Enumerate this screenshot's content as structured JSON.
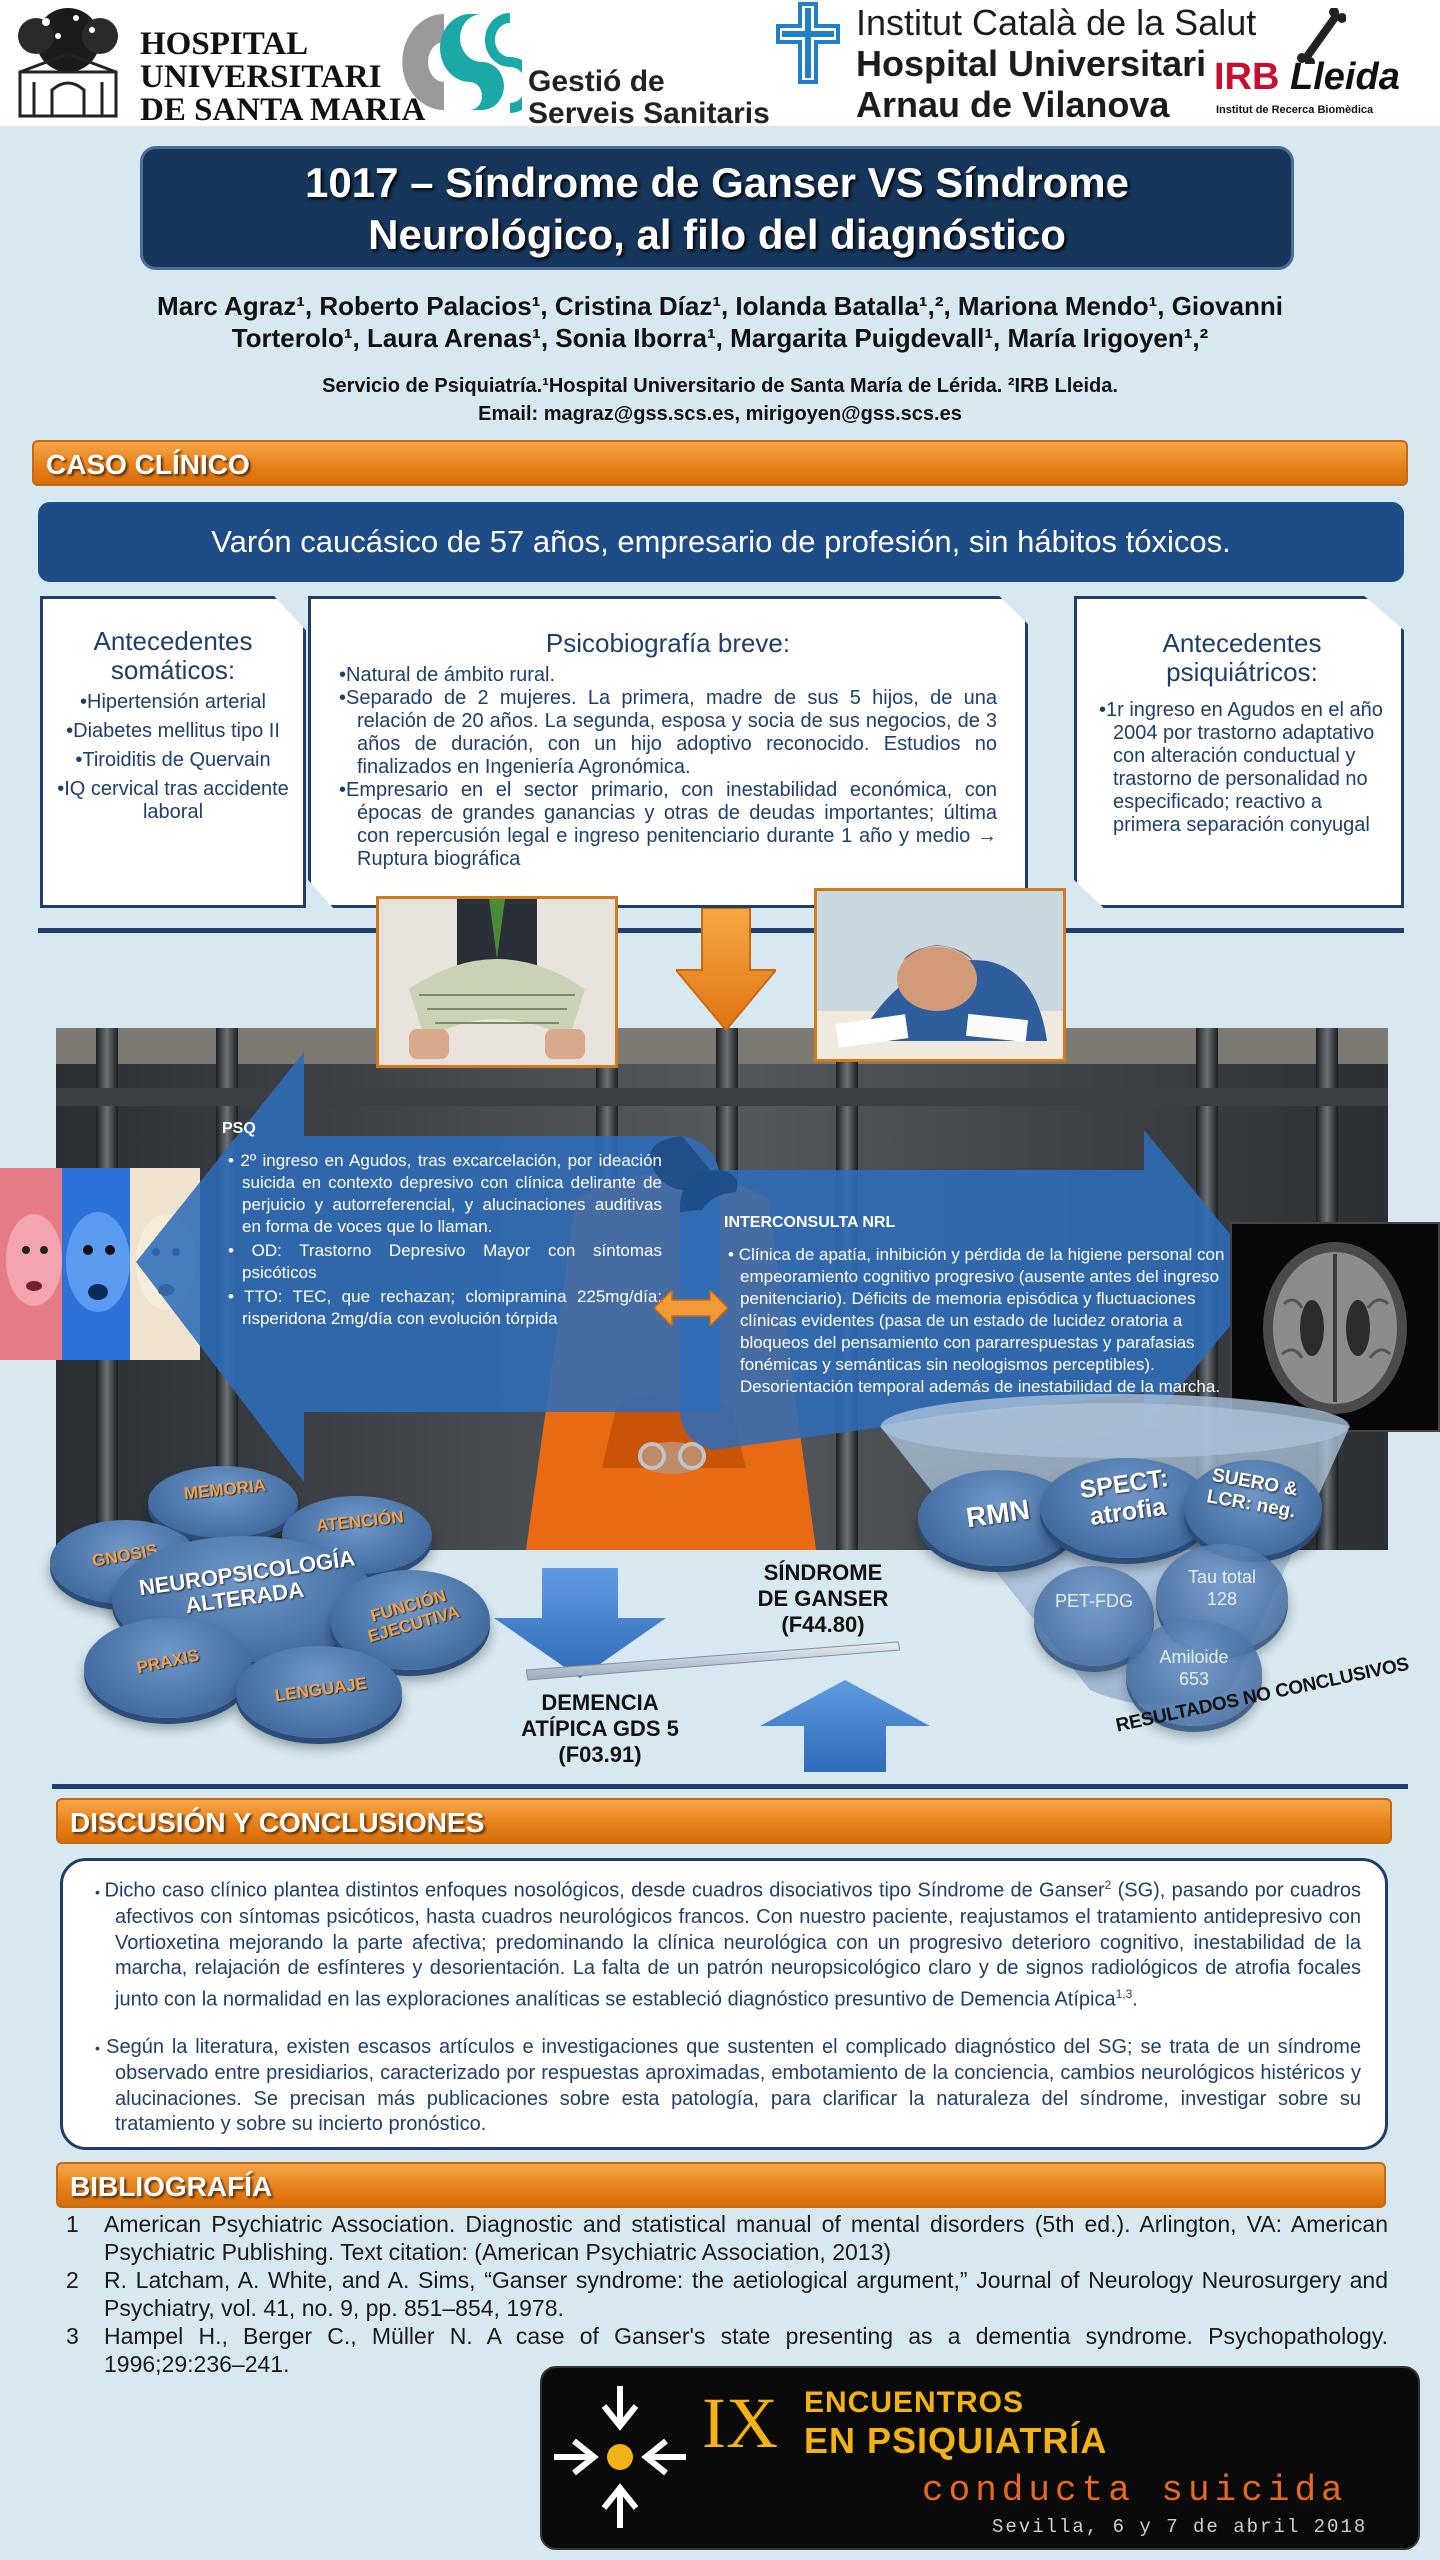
{
  "logos": {
    "hsm": [
      "HOSPITAL",
      "UNIVERSITARI",
      "DE SANTA MARIA"
    ],
    "gss": [
      "Gestió de",
      "Serveis Sanitaris"
    ],
    "ics": [
      "Institut Català de la Salut",
      "Hospital Universitari",
      "Arnau de Vilanova"
    ],
    "irb": {
      "brand_a": "IRB",
      "brand_b": "Lleida",
      "subtitle": "Institut de Recerca Biomèdica"
    }
  },
  "title": [
    "1017 – Síndrome de Ganser VS Síndrome",
    "Neurológico, al filo del diagnóstico"
  ],
  "authors": {
    "line1": "Marc Agraz¹, Roberto Palacios¹, Cristina Díaz¹, Iolanda Batalla¹,², Mariona Mendo¹, Giovanni",
    "line2": "Torterolo¹, Laura Arenas¹, Sonia Iborra¹, Margarita Puigdevall¹, María Irigoyen¹,²"
  },
  "affiliation": {
    "line1": "Servicio de Psiquiatría.¹Hospital Universitario de Santa María de Lérida. ²IRB Lleida.",
    "line2": "Email: magraz@gss.scs.es,  mirigoyen@gss.scs.es"
  },
  "sections": {
    "case": "CASO CLÍNICO",
    "discussion": "DISCUSIÓN Y CONCLUSIONES",
    "biblio": "BIBLIOGRAFÍA"
  },
  "case": {
    "summary": "Varón caucásico de 57 años, empresario de profesión, sin hábitos tóxicos.",
    "somatic": {
      "title": "Antecedentes somáticos:",
      "items": [
        "Hipertensión arterial",
        "Diabetes mellitus tipo II",
        "Tiroiditis de Quervain",
        "IQ cervical tras accidente laboral"
      ]
    },
    "psychobio": {
      "title": "Psicobiografía breve:",
      "items": [
        "Natural de ámbito rural.",
        "Separado de 2 mujeres. La primera, madre de sus 5 hijos, de una relación de 20 años. La segunda, esposa y socia de sus negocios, de 3 años de duración, con un hijo adoptivo reconocido. Estudios no finalizados en Ingeniería Agronómica.",
        "Empresario en el sector primario, con inestabilidad económica, con épocas de grandes ganancias y otras de deudas importantes; última con repercusión legal e ingreso penitenciario durante 1 año y medio → Ruptura biográfica"
      ]
    },
    "psychiatric": {
      "title": "Antecedentes psiquiátricos:",
      "items": [
        "1r ingreso en Agudos en el año 2004 por trastorno adaptativo con alteración conductual y trastorno de personalidad no especificado; reactivo a primera separación conyugal"
      ]
    }
  },
  "psq": {
    "heading": "PSQ",
    "items": [
      "2º ingreso en Agudos, tras excarcelación, por ideación suicida en contexto depresivo con clínica delirante de perjuicio y autorreferencial, y alucinaciones auditivas en forma de voces que lo llaman.",
      "OD: Trastorno Depresivo Mayor con síntomas psicóticos",
      "TTO: TEC, que rechazan; clomipramina 225mg/día; risperidona 2mg/día con evolución tórpida"
    ]
  },
  "nrl": {
    "heading": "INTERCONSULTA NRL",
    "text": "Clínica de apatía, inhibición y pérdida de la higiene personal con empeoramiento cognitivo progresivo (ausente antes del ingreso penitenciario). Déficits de memoria episódica y fluctuaciones clínicas evidentes (pasa de un estado de lucidez oratoria a bloqueos del pensamiento con pararrespuestas y parafasias fonémicas y semánticas sin neologismos perceptibles). Desorientación temporal además de inestabilidad de la marcha."
  },
  "neuro": {
    "center": "NEUROPSICOLOGÍA ALTERADA",
    "memoria": "MEMORIA",
    "atencion": "ATENCIÓN",
    "gnosis": "GNOSIS",
    "funcion": "FUNCIÓN EJECUTIVA",
    "praxis": "PRAXIS",
    "lenguaje": "LENGUAJE"
  },
  "tests": {
    "rmn": "RMN",
    "spect": "SPECT: atrofia",
    "suero": "SUERO & LCR: neg.",
    "pet": "PET-FDG",
    "tau": "Tau total 128",
    "amiloide": "Amiloide 653",
    "verdict": "RESULTADOS NO CONCLUSIVOS"
  },
  "diagnoses": {
    "ganser": [
      "SÍNDROME",
      "DE GANSER",
      "(F44.80)"
    ],
    "dementia": [
      "DEMENCIA",
      "ATÍPICA GDS 5",
      "(F03.91)"
    ]
  },
  "discussion": {
    "p1_a": "Dicho caso clínico plantea distintos enfoques nosológicos, desde cuadros disociativos tipo Síndrome de Ganser",
    "p1_sup": "2",
    "p1_b": " (SG), pasando por cuadros afectivos con síntomas psicóticos, hasta cuadros neurológicos francos. Con nuestro paciente, reajustamos el tratamiento antidepresivo con Vortioxetina mejorando la parte afectiva; predominando la clínica neurológica con un progresivo deterioro cognitivo, inestabilidad de la marcha, relajación de esfínteres y desorientación. La falta de un patrón neuropsicológico claro y de signos radiológicos de atrofia focales junto con la normalidad en las exploraciones analíticas se estableció diagnóstico presuntivo de Demencia Atípica",
    "p1_sup2": "1,3",
    "p1_end": ".",
    "p2": "Según la literatura, existen escasos artículos e investigaciones que sustenten el complicado diagnóstico del SG; se trata de un síndrome observado entre presidiarios, caracterizado por respuestas aproximadas, embotamiento de la conciencia, cambios neurológicos histéricos y alucinaciones. Se precisan más publicaciones sobre esta patología, para clarificar la naturaleza del síndrome, investigar sobre su tratamiento y sobre su incierto pronóstico."
  },
  "bibliography": [
    {
      "n": "1",
      "text": "American Psychiatric Association. Diagnostic and statistical manual of mental disorders (5th ed.). Arlington, VA: American Psychiatric Publishing. Text citation: (American Psychiatric Association, 2013)"
    },
    {
      "n": "2",
      "text": "R. Latcham, A. White, and A. Sims, “Ganser syndrome: the aetiological argument,” Journal of Neurology Neurosurgery and Psychiatry, vol. 41, no. 9, pp. 851–854, 1978."
    },
    {
      "n": "3",
      "text": "Hampel H., Berger C., Müller N. A case of Ganser's state presenting as a dementia syndrome. Psychopathology. 1996;29:236–241."
    }
  ],
  "event": {
    "roman": "IX",
    "line1": "ENCUENTROS",
    "line2": "EN PSIQUIATRÍA",
    "line3": "conducta suicida",
    "line4": "Sevilla, 6 y 7 de abril 2018"
  },
  "colors": {
    "navy": "#16365c",
    "orange": "#e8811a",
    "background": "#d7e8f1",
    "bubble_blue": "#4a74a8"
  }
}
